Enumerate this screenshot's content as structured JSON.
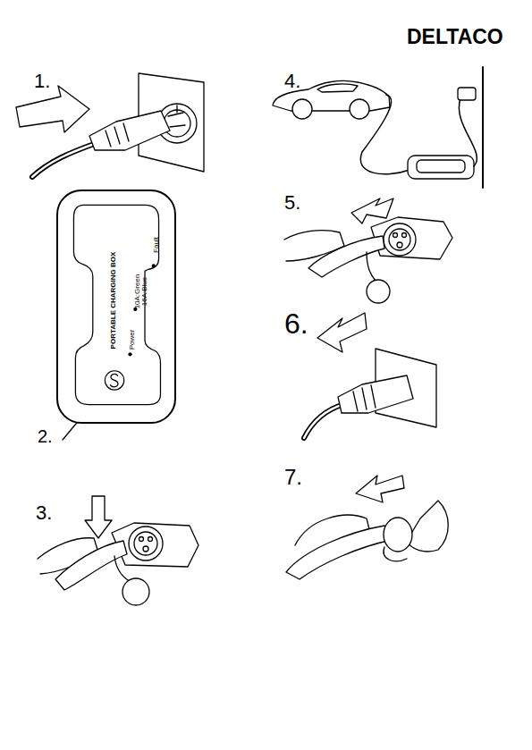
{
  "diagram": {
    "nodes": [
      {
        "text": [
          "PORTABLE CHARGING BOX",
          "Power",
          "10A:Green 16A:Blue",
          "Fault"
        ]
      }
    ],
    "labels": [
      "DELTACO",
      "1.",
      "2.",
      "3.",
      "4.",
      "5.",
      "6.",
      "7."
    ]
  }
}
